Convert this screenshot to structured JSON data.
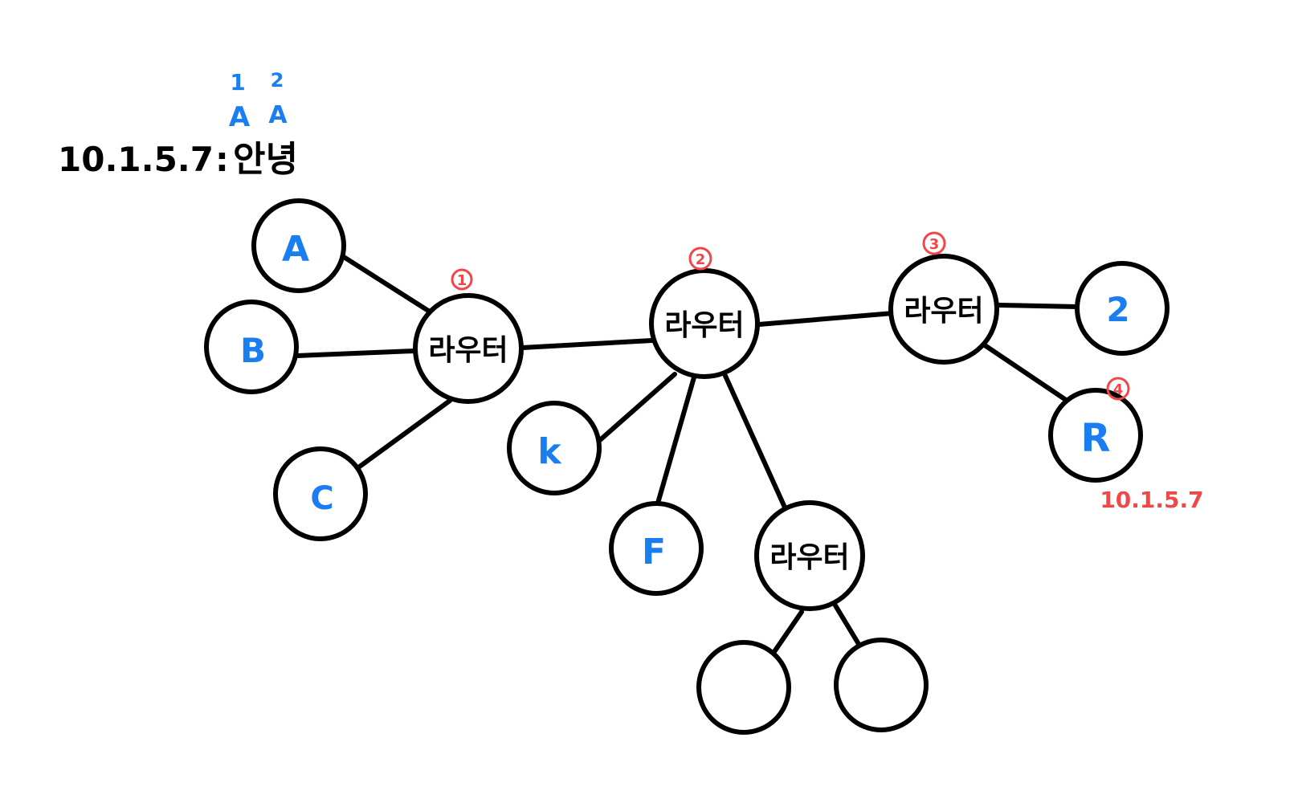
{
  "header": {
    "address": "10.1.5.7",
    "separator": ":",
    "greeting": "안녕",
    "index_marks": [
      "1",
      "2"
    ],
    "index_letters": [
      "A",
      "A"
    ]
  },
  "nodes": {
    "router_label": "라우터",
    "host_a": "A",
    "host_b": "B",
    "host_c": "C",
    "host_k": "k",
    "host_f": "F",
    "host_2": "2",
    "host_r": "R",
    "host_r_address": "10.1.5.7"
  },
  "hop_marks": [
    "1",
    "2",
    "3",
    "4"
  ],
  "colors": {
    "ink": "#000000",
    "host_label": "#1a7df0",
    "annotation": "#f04848"
  }
}
